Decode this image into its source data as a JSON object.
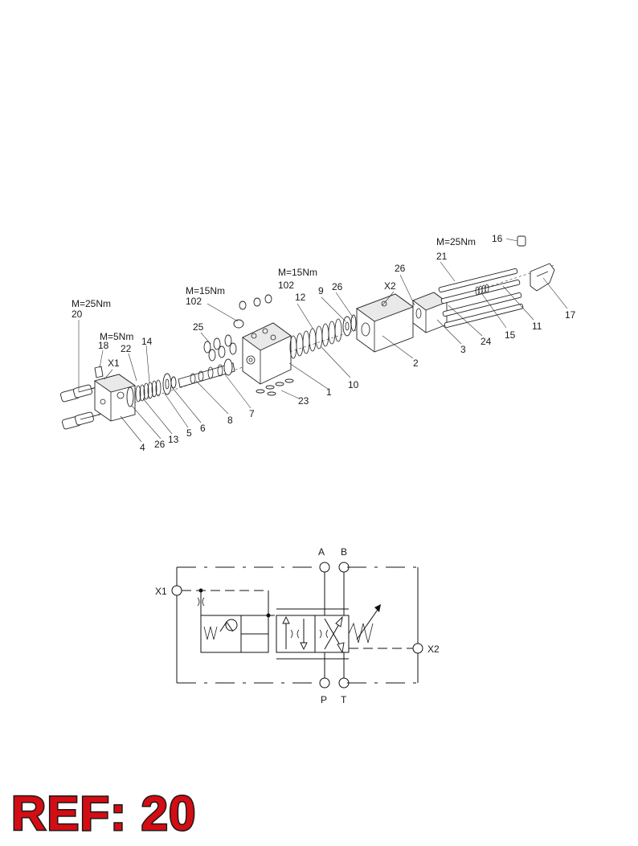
{
  "colors": {
    "ref_text": "#d40c14",
    "ref_outline": "#1a1a1a",
    "line": "#222222",
    "background": "#ffffff"
  },
  "exploded_view": {
    "callouts": [
      {
        "id": "c20",
        "text": "20"
      },
      {
        "id": "c4",
        "text": "4"
      },
      {
        "id": "c26a",
        "text": "26"
      },
      {
        "id": "c13",
        "text": "13"
      },
      {
        "id": "c5",
        "text": "5"
      },
      {
        "id": "c6",
        "text": "6"
      },
      {
        "id": "c8",
        "text": "8"
      },
      {
        "id": "c7",
        "text": "7"
      },
      {
        "id": "c18",
        "text": "18"
      },
      {
        "id": "cX1",
        "text": "X1"
      },
      {
        "id": "c22",
        "text": "22"
      },
      {
        "id": "c14",
        "text": "14"
      },
      {
        "id": "c25",
        "text": "25"
      },
      {
        "id": "c102a",
        "text": "102"
      },
      {
        "id": "c102b",
        "text": "102"
      },
      {
        "id": "c12",
        "text": "12"
      },
      {
        "id": "c9",
        "text": "9"
      },
      {
        "id": "c26b",
        "text": "26"
      },
      {
        "id": "c1",
        "text": "1"
      },
      {
        "id": "c10",
        "text": "10"
      },
      {
        "id": "c23",
        "text": "23"
      },
      {
        "id": "cX2",
        "text": "X2"
      },
      {
        "id": "c26c",
        "text": "26"
      },
      {
        "id": "c2",
        "text": "2"
      },
      {
        "id": "c3",
        "text": "3"
      },
      {
        "id": "c24",
        "text": "24"
      },
      {
        "id": "c15",
        "text": "15"
      },
      {
        "id": "c11",
        "text": "11"
      },
      {
        "id": "c17",
        "text": "17"
      },
      {
        "id": "c16",
        "text": "16"
      },
      {
        "id": "c21",
        "text": "21"
      }
    ],
    "torques": [
      {
        "id": "t_left",
        "text": "M=25Nm"
      },
      {
        "id": "t_small",
        "text": "M=5Nm"
      },
      {
        "id": "t_mid",
        "text": "M=15Nm"
      },
      {
        "id": "t_mid2",
        "text": "M=15Nm"
      },
      {
        "id": "t_right",
        "text": "M=25Nm"
      }
    ]
  },
  "schematic": {
    "ports": {
      "A": "A",
      "B": "B",
      "P": "P",
      "T": "T",
      "X1": "X1",
      "X2": "X2"
    }
  },
  "ref_label": "REF: 20"
}
